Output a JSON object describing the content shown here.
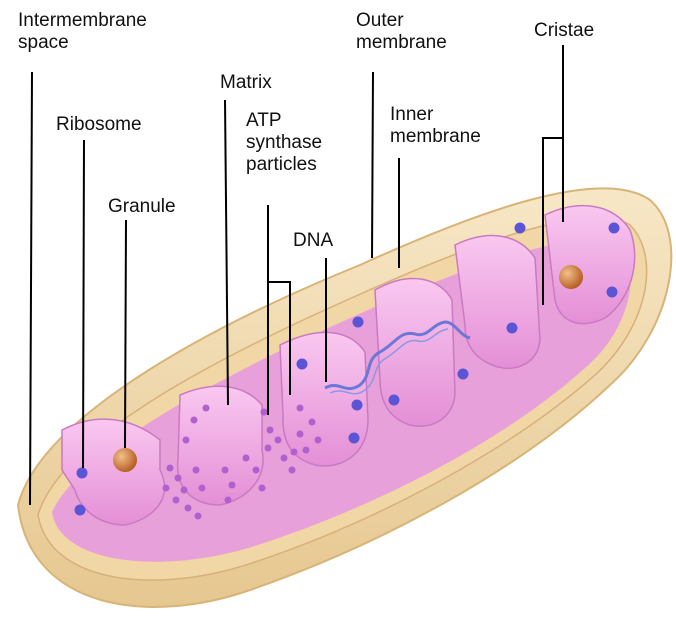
{
  "labels": {
    "intermembrane_space": [
      "Intermembrane",
      "space"
    ],
    "ribosome": "Ribosome",
    "granule": "Granule",
    "matrix": "Matrix",
    "atp_synthase": [
      "ATP",
      "synthase",
      "particles"
    ],
    "dna": "DNA",
    "outer_membrane": [
      "Outer",
      "membrane"
    ],
    "inner_membrane": [
      "Inner",
      "membrane"
    ],
    "cristae": "Cristae"
  },
  "colors": {
    "outer_shell": "#f2dcb2",
    "inner_wall": "#e8c48e",
    "matrix_fill": "#e9a0dc",
    "crista_fill": "#f4b8ea",
    "crista_edge": "#d989cc",
    "atp_dot": "#b25fcf",
    "ribosome": "#5b55d6",
    "granule": "#c06a2c",
    "dna": "#6c78d8",
    "leader": "#000000"
  }
}
